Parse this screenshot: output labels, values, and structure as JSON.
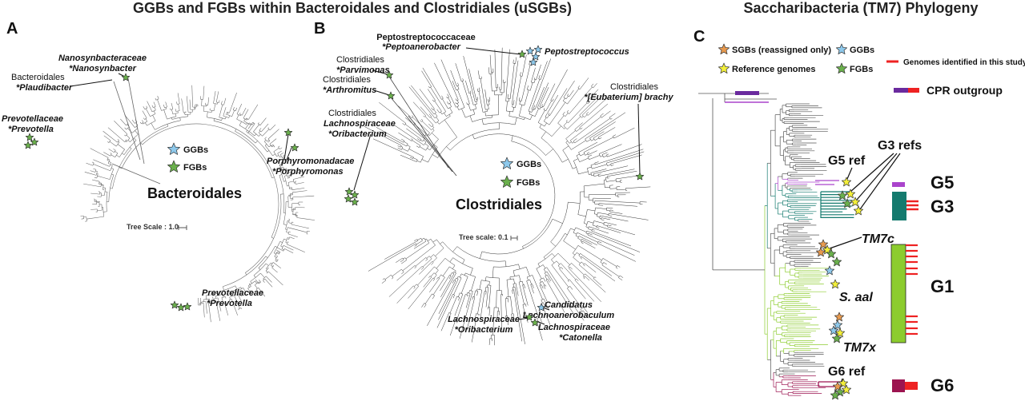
{
  "titles": {
    "left": "GGBs and FGBs within Bacteroidales and Clostridiales (uSGBs)",
    "right": "Saccharibacteria (TM7) Phylogeny"
  },
  "panel_a": {
    "letter": "A",
    "center_label": "Bacteroidales",
    "tree_scale": "Tree Scale : 1.0",
    "legend": {
      "ggb": "GGBs",
      "fgb": "FGBs"
    },
    "annotations": {
      "nanosyn_family": "Nanosynbacteraceae",
      "nanosyn_genus": "*Nanosynbacter",
      "plaudi_order": "Bacteroidales",
      "plaudi_genus": "*Plaudibacter",
      "prevo1_family": "Prevotellaceae",
      "prevo1_genus": "*Prevotella",
      "porphy_family": "Porphyromonadacae",
      "porphy_genus": "*Porphyromonas",
      "prevo2_family": "Prevotellaceae",
      "prevo2_genus": "*Prevotella"
    }
  },
  "panel_b": {
    "letter": "B",
    "center_label": "Clostridiales",
    "tree_scale": "Tree scale: 0.1",
    "legend": {
      "ggb": "GGBs",
      "fgb": "FGBs"
    },
    "annotations": {
      "pepto_family": "Peptostreptococcaceae",
      "pepto_genus": "*Peptoanerobacter",
      "pepto_cluster": "Peptostreptococcus",
      "parvi_order": "Clostridiales",
      "parvi_genus": "*Parvimonas",
      "arthro_order": "Clostridiales",
      "arthro_genus": "*Arthromitus",
      "orib1_order": "Clostridiales",
      "orib1_family": "Lachnospiraceae",
      "orib1_genus": "*Oribacterium",
      "eubac_order": "Clostridiales",
      "eubac_genus": "*[Eubaterium] brachy",
      "cand_line1": "Candidatus",
      "cand_line2": "Lachnoanerobaculum",
      "orib2_family": "Lachnospiraceae",
      "orib2_genus": "*Oribacterium",
      "caton_family": "Lachnospiraceae",
      "caton_genus": "*Catonella"
    }
  },
  "panel_c": {
    "letter": "C",
    "legend": {
      "sgb": "SGBs (reassigned only)",
      "ggb": "GGBs",
      "ref": "Reference genomes",
      "fgb": "FGBs",
      "genomes": "Genomes identified in this study",
      "cpr": "CPR outgroup"
    },
    "groups": {
      "g5": "G5",
      "g3": "G3",
      "g1": "G1",
      "g6": "G6"
    },
    "clade_labels": {
      "tm7c": "TM7c",
      "saal": "S. aal",
      "tm7x": "TM7x"
    },
    "ref_labels": {
      "g5ref": "G5 ref",
      "g3refs": "G3 refs",
      "g6ref": "G6 ref"
    }
  },
  "colors": {
    "fgb_star": "#6ab04c",
    "ggb_star": "#8ec9ec",
    "ref_star": "#f3ef3a",
    "sgb_star": "#e89a4f",
    "red_marker": "#ee2222",
    "g5": "#aa44cc",
    "g3": "#147a6e",
    "g1": "#8ccc2e",
    "g6": "#9c1450",
    "cpr_purple": "#6a2a9e"
  }
}
